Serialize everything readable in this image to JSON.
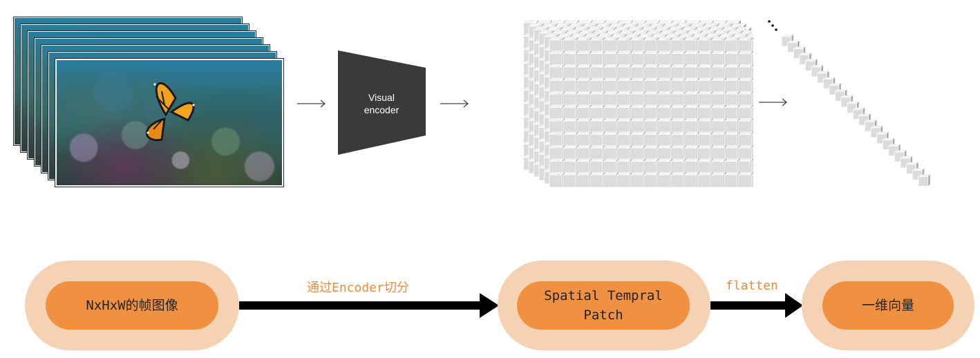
{
  "top_row": {
    "frames_image": "video frame stack (underwater reef with butterfly)",
    "encoder": {
      "label_line1": "Visual",
      "label_line2": "encoder"
    },
    "ellipsis": "⋮",
    "colors": {
      "encoder_fill": "#3a3a3a",
      "cube_top": "#f2f2f2",
      "cube_front": "#dcdcdc",
      "cube_side": "#a8a8a8",
      "arrow": "#444444"
    }
  },
  "flow": {
    "nodes": [
      {
        "id": "frames",
        "label": "NxHxW的帧图像"
      },
      {
        "id": "patch",
        "label_line1": "Spatial Tempral",
        "label_line2": "Patch"
      },
      {
        "id": "vector",
        "label": "一维向量"
      }
    ],
    "edges": [
      {
        "from": "frames",
        "to": "patch",
        "label": "通过Encoder切分"
      },
      {
        "from": "patch",
        "to": "vector",
        "label": "flatten"
      }
    ],
    "colors": {
      "outer": "#f6d2b4",
      "inner": "#ef9140",
      "edge_label": "#ef8a38",
      "edge": "#000000"
    }
  }
}
